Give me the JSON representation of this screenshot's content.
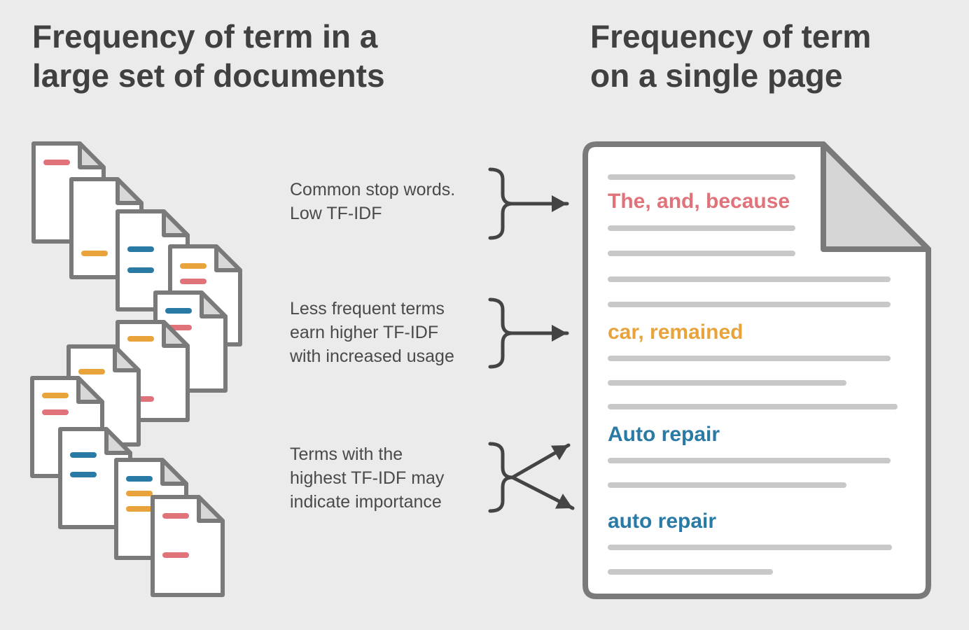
{
  "colors": {
    "background": "#ebebeb",
    "outline": "#7a7a7a",
    "placeholder_line": "#c8c8c8",
    "stop_words": "#e0737a",
    "medium_terms": "#e8a33a",
    "important_terms": "#2a7aa6"
  },
  "headings": {
    "left": [
      "Frequency of term in a",
      "large set of documents"
    ],
    "right": [
      "Frequency of term",
      "on a single page"
    ]
  },
  "captions": {
    "stop_words": [
      "Common stop words.",
      "Low TF-IDF"
    ],
    "less_frequent": [
      "Less frequent terms",
      "earn higher TF-IDF",
      "with increased usage"
    ],
    "highest": [
      "Terms with the",
      "highest TF-IDF may",
      "indicate importance"
    ]
  },
  "page_terms": {
    "stop_words": "The, and, because",
    "medium": "car, remained",
    "important_capitalized": "Auto repair",
    "important_lowercase": "auto repair"
  },
  "icons": {
    "documents": "document-stack-icon",
    "page": "page-icon",
    "arrows": "bracket-arrow-icon"
  }
}
